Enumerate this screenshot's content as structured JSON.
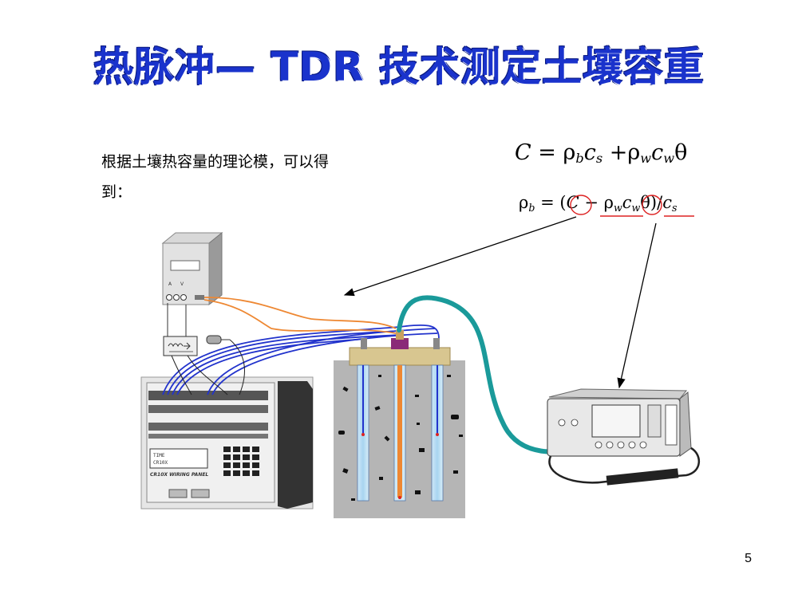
{
  "slide": {
    "title": "热脉冲— TDR 技术测定土壤容重",
    "text_line1": "根据土壤热容量的理论模，可以得",
    "text_line2": "到：",
    "page_number": "5"
  },
  "equations": {
    "eq1": {
      "C": "C",
      "eq": " = ρ",
      "b": "b",
      "cs_c": "c",
      "s": "s",
      "plus": " +ρ",
      "w1": "w",
      "cw_c": "c",
      "w2": "w",
      "theta": "θ"
    },
    "eq2": {
      "rho": "ρ",
      "b": "b",
      "eq": " = (",
      "C": "C",
      "minus": " − ρ",
      "w1": "w",
      "c": "c",
      "w2": "w",
      "theta": "θ",
      "div": ")/",
      "cs_c": "c",
      "s": "s"
    }
  },
  "diagram": {
    "power_box_labels": [
      "A",
      "V"
    ],
    "datalogger_display_line1": "TIME",
    "datalogger_display_line2": "CR10X",
    "datalogger_brand": "CR10X WIRING PANEL",
    "colors": {
      "title": "#1a33cc",
      "cable_teal": "#1a9a9a",
      "wire_orange": "#ee8833",
      "wire_blue": "#2233cc",
      "highlight_red": "#dd2222",
      "soil": "#b8b8b8"
    }
  }
}
